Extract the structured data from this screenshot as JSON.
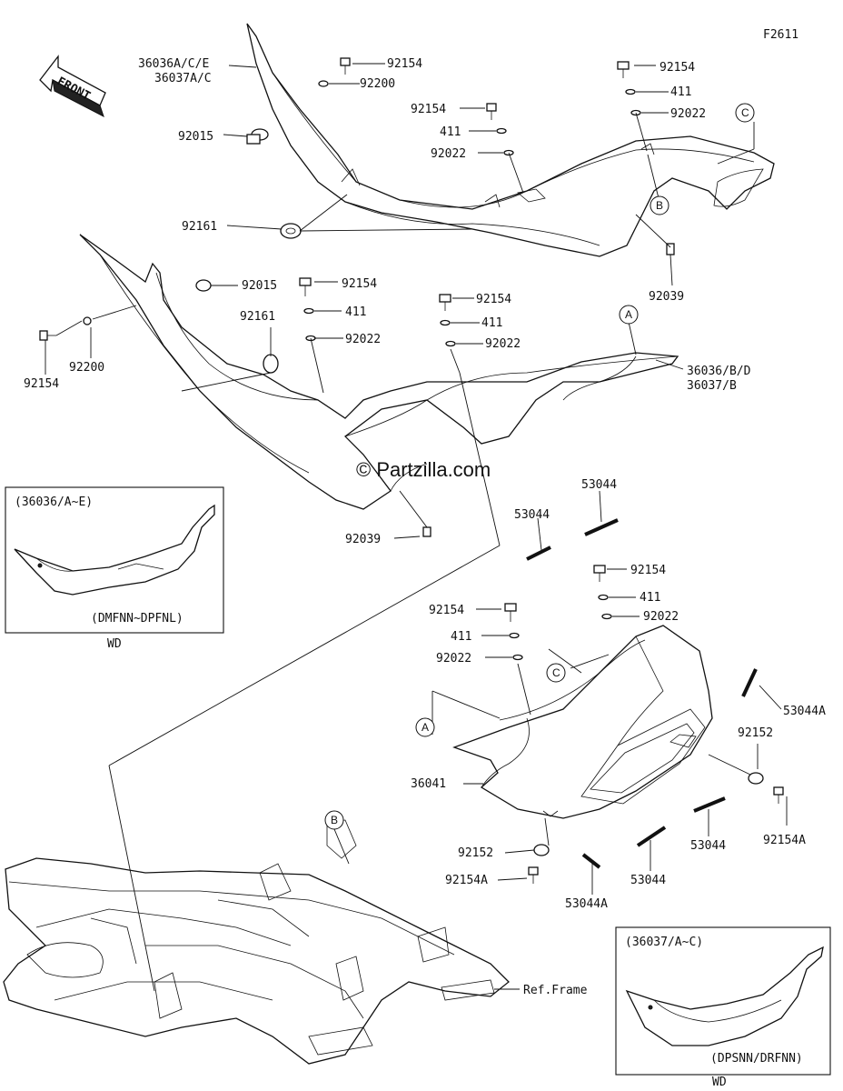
{
  "figure_id": "F2611",
  "watermark": "© Partzilla.com",
  "front_label": "FRONT",
  "callouts": {
    "c_36036ACE": "36036A/C/E",
    "c_36037AC": "36037A/C",
    "c_92154_a": "92154",
    "c_92200_a": "92200",
    "c_92015_a": "92015",
    "c_92154_b": "92154",
    "c_411_a": "411",
    "c_92022_a": "92022",
    "c_92161_a": "92161",
    "c_92154_c": "92154",
    "c_411_b": "411",
    "c_92022_b": "92022",
    "c_92039_a": "92039",
    "c_92015_b": "92015",
    "c_92154_d": "92154",
    "c_92161_b": "92161",
    "c_411_c": "411",
    "c_92022_c": "92022",
    "c_92154_e": "92154",
    "c_411_d": "411",
    "c_92022_d": "92022",
    "c_36036BD": "36036/B/D",
    "c_36037B": "36037/B",
    "c_92154_f": "92154",
    "c_92200_b": "92200",
    "c_92039_b": "92039",
    "c_53044_a": "53044",
    "c_53044_b": "53044",
    "c_92154_g": "92154",
    "c_411_e": "411",
    "c_92022_e": "92022",
    "c_92154_h": "92154",
    "c_411_f": "411",
    "c_92022_f": "92022",
    "c_53044A_a": "53044A",
    "c_92152_a": "92152",
    "c_36041": "36041",
    "c_92154A_a": "92154A",
    "c_53044_c": "53044",
    "c_92152_b": "92152",
    "c_92154A_b": "92154A",
    "c_53044_d": "53044",
    "c_53044A_b": "53044A",
    "c_ref_frame": "Ref.Frame"
  },
  "ref_circles": {
    "A1": "A",
    "A2": "A",
    "B1": "B",
    "B2": "B",
    "C1": "C",
    "C2": "C"
  },
  "inset_left": {
    "title": "(36036/A~E)",
    "code": "(DMFNN~DPFNL)",
    "caption": "WD"
  },
  "inset_right": {
    "title": "(36037/A~C)",
    "code": "(DPSNN/DRFNN)",
    "caption": "WD"
  }
}
